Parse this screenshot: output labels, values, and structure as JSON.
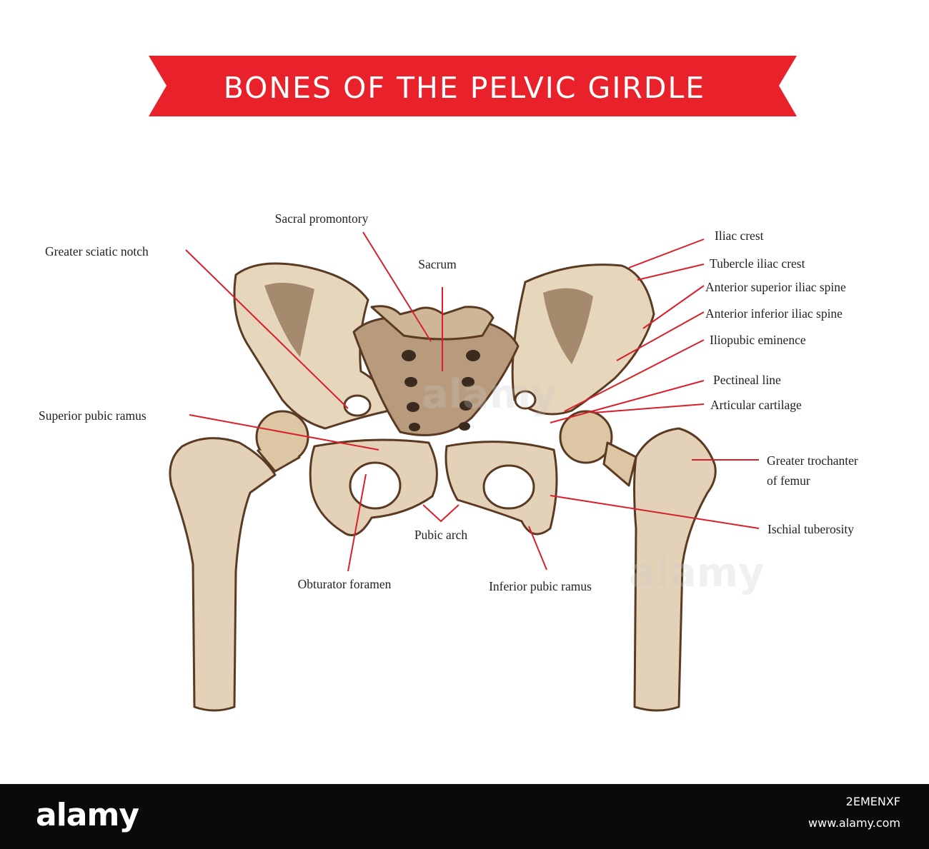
{
  "title": "BONES OF THE PELVIC GIRDLE",
  "colors": {
    "banner": "#e8212b",
    "leader": "#d9202a",
    "bone": "#e3d2b7",
    "bone_shade": "#a58a6e",
    "outline": "#5b3a24"
  },
  "labels": {
    "sacral_promontory": "Sacral promontory",
    "greater_sciatic_notch": "Greater sciatic notch",
    "sacrum": "Sacrum",
    "iliac_crest": "Iliac crest",
    "tubercle_iliac_crest": "Tubercle iliac crest",
    "anterior_superior_iliac_spine": "Anterior superior iliac spine",
    "anterior_inferior_iliac_spine": "Anterior inferior iliac spine",
    "iliopubic_eminence": "Iliopubic eminence",
    "pectineal_line": "Pectineal line",
    "articular_cartilage": "Articular cartilage",
    "superior_pubic_ramus": "Superior pubic ramus",
    "greater_trochanter_line1": "Greater trochanter",
    "greater_trochanter_line2": "of femur",
    "ischial_tuberosity": "Ischial tuberosity",
    "pubic_arch": "Pubic arch",
    "obturator_foramen": "Obturator foramen",
    "inferior_pubic_ramus": "Inferior pubic ramus"
  },
  "footer": {
    "brand": "alamy",
    "image_id": "2EMENXF",
    "site": "www.alamy.com"
  },
  "watermark": "alamy"
}
